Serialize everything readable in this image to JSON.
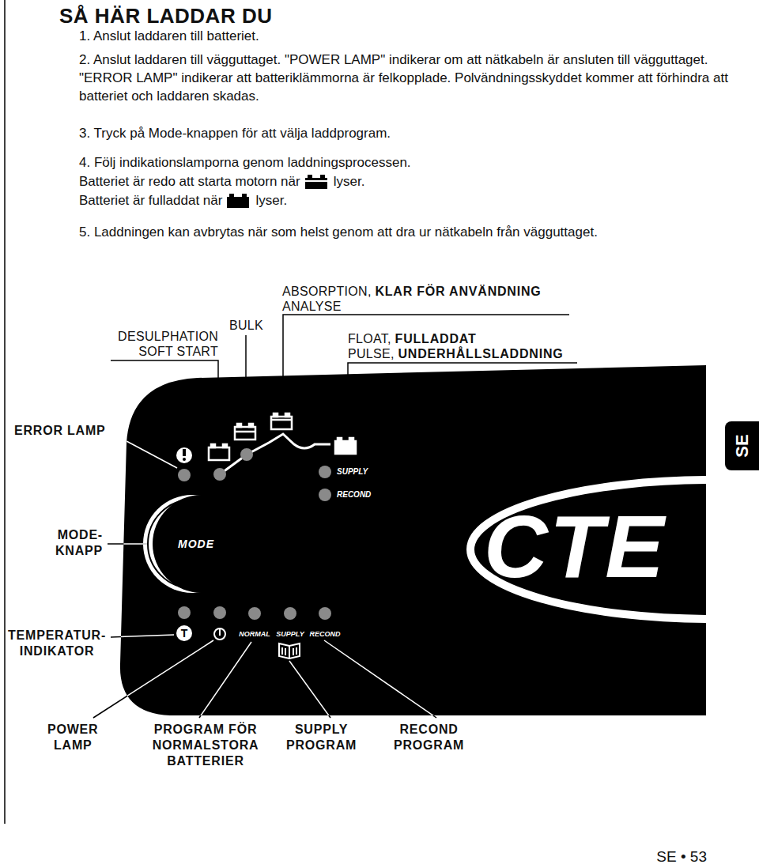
{
  "diagram": {
    "title": "SÅ HÄR LADDAR DU",
    "nodes": [
      {
        "text": [
          "CTE"
        ]
      },
      {
        "text": [
          "MODE"
        ],
        "in": 0
      },
      {
        "text": [
          "SE"
        ]
      }
    ],
    "labels": [
      "1. Anslut laddaren till batteriet.",
      "2. Anslut laddaren till vägguttaget. \"POWER LAMP\" indikerar om att nätkabeln är ansluten till vägguttaget. \"ERROR LAMP\" indikerar att batteriklämmorna är felkopplade. Polvändningsskyddet kommer att förhindra att batteriet och laddaren skadas.",
      "3. Tryck på Mode-knappen för att välja laddprogram.",
      "4. Följ indikationslamporna genom laddningsprocessen.",
      "Batteriet är redo att starta motorn när",
      "lyser.",
      "Batteriet är fulladdat när",
      "lyser.",
      "5. Laddningen kan avbrytas när som helst genom att dra ur nätkabeln från vägguttaget.",
      "ABSORPTION,",
      "KLAR FÖR ANVÄNDNING",
      "ANALYSE",
      "DESULPHATION",
      "SOFT START",
      "BULK",
      "FLOAT,",
      "FULLADDAT",
      "PULSE,",
      "UNDERHÅLLSLADDNING",
      "ERROR LAMP",
      "MODE- KNAPP",
      "TEMPERATUR- INDIKATOR",
      "SUPPLY",
      "RECOND",
      "T",
      "NORMAL",
      "SUPPLY",
      "RECOND",
      "POWER LAMP",
      "PROGRAM FÖR NORMALSTORA BATTERIER",
      "SUPPLY PROGRAM",
      "RECOND PROGRAM",
      "SE • 53"
    ]
  }
}
